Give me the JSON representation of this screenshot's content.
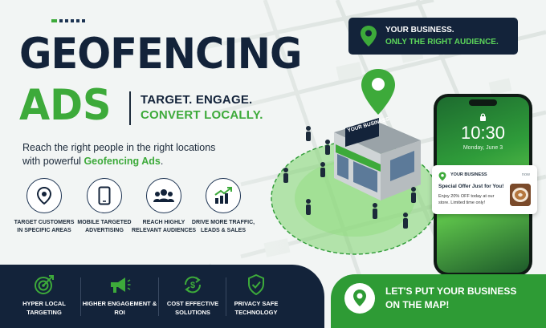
{
  "badge": {
    "line1": "YOUR BUSINESS.",
    "line2": "ONLY THE RIGHT AUDIENCE."
  },
  "headline": {
    "line1": "GEOFENCING",
    "line2": "ADS"
  },
  "tagline": {
    "line1": "TARGET. ENGAGE.",
    "line2": "CONVERT LOCALLY."
  },
  "subtext": {
    "before": "Reach the right people in the right locations with powerful ",
    "highlight": "Geofencing Ads",
    "after": "."
  },
  "store_sign": "YOUR BUSINESS",
  "features": [
    {
      "icon": "location-pin-icon",
      "label": "TARGET CUSTOMERS IN SPECIFIC AREAS"
    },
    {
      "icon": "smartphone-icon",
      "label": "MOBILE TARGETED ADVERTISING"
    },
    {
      "icon": "audience-group-icon",
      "label": "REACH HIGHLY RELEVANT AUDIENCES"
    },
    {
      "icon": "growth-chart-icon",
      "label": "DRIVE MORE TRAFFIC, LEADS & SALES"
    }
  ],
  "phone": {
    "time": "10:30",
    "date": "Monday, June 3",
    "notification": {
      "app": "YOUR BUSINESS",
      "time": "now",
      "title": "Special Offer Just for You!",
      "body": "Enjoy 20% OFF today at our store. Limited time only!"
    }
  },
  "benefits": [
    {
      "icon": "target-icon",
      "label": "HYPER LOCAL TARGETING"
    },
    {
      "icon": "megaphone-icon",
      "label": "HIGHER ENGAGEMENT & ROI"
    },
    {
      "icon": "dollar-cycle-icon",
      "label": "COST EFFECTIVE SOLUTIONS"
    },
    {
      "icon": "shield-check-icon",
      "label": "PRIVACY SAFE TECHNOLOGY"
    }
  ],
  "cta": {
    "line1": "LET'S PUT YOUR BUSINESS",
    "line2": "ON THE MAP!"
  },
  "colors": {
    "navy": "#13233a",
    "green": "#3daa3a",
    "cta_green": "#2e9b35"
  }
}
